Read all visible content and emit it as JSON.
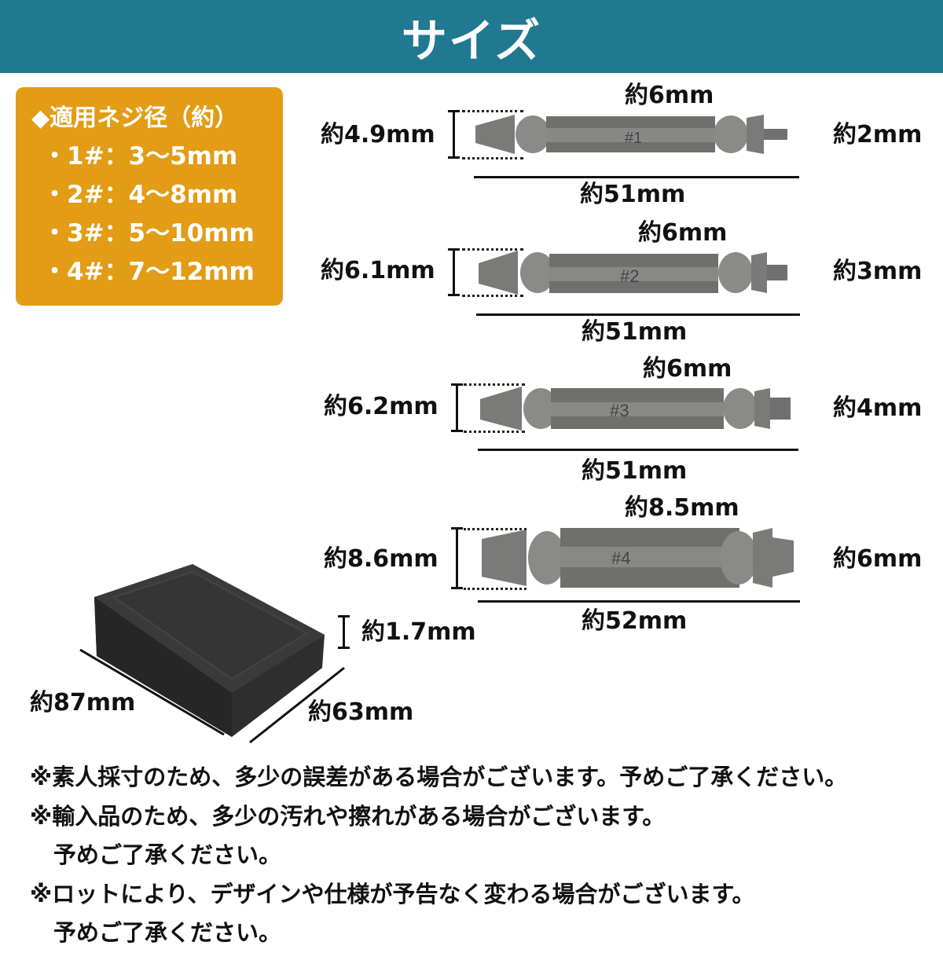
{
  "banner": {
    "title": "サイズ",
    "color": "#217891"
  },
  "spec_box": {
    "color": "#e29c16",
    "title": "◆適用ネジ径（約）",
    "rows": [
      "・1#：3〜5mm",
      "・2#：4〜8mm",
      "・3#：5〜10mm",
      "・4#：7〜12mm"
    ]
  },
  "bits": [
    {
      "id": "#1",
      "left_dia": "約4.9mm",
      "hex": "約6mm",
      "right_dia": "約2mm",
      "length": "約51mm"
    },
    {
      "id": "#2",
      "left_dia": "約6.1mm",
      "hex": "約6mm",
      "right_dia": "約3mm",
      "length": "約51mm"
    },
    {
      "id": "#3",
      "left_dia": "約6.2mm",
      "hex": "約6mm",
      "right_dia": "約4mm",
      "length": "約51mm"
    },
    {
      "id": "#4",
      "left_dia": "約8.6mm",
      "hex": "約8.5mm",
      "right_dia": "約6mm",
      "length": "約52mm"
    }
  ],
  "case": {
    "width": "約87mm",
    "depth": "約63mm",
    "height": "約1.7mm"
  },
  "notes": [
    "※素人採寸のため、多少の誤差がある場合がございます。予めご了承ください。",
    "※輸入品のため、多少の汚れや擦れがある場合がございます。",
    "予めご了承ください。",
    "※ロットにより、デザインや仕様が予告なく変わる場合がございます。",
    "予めご了承ください。"
  ]
}
